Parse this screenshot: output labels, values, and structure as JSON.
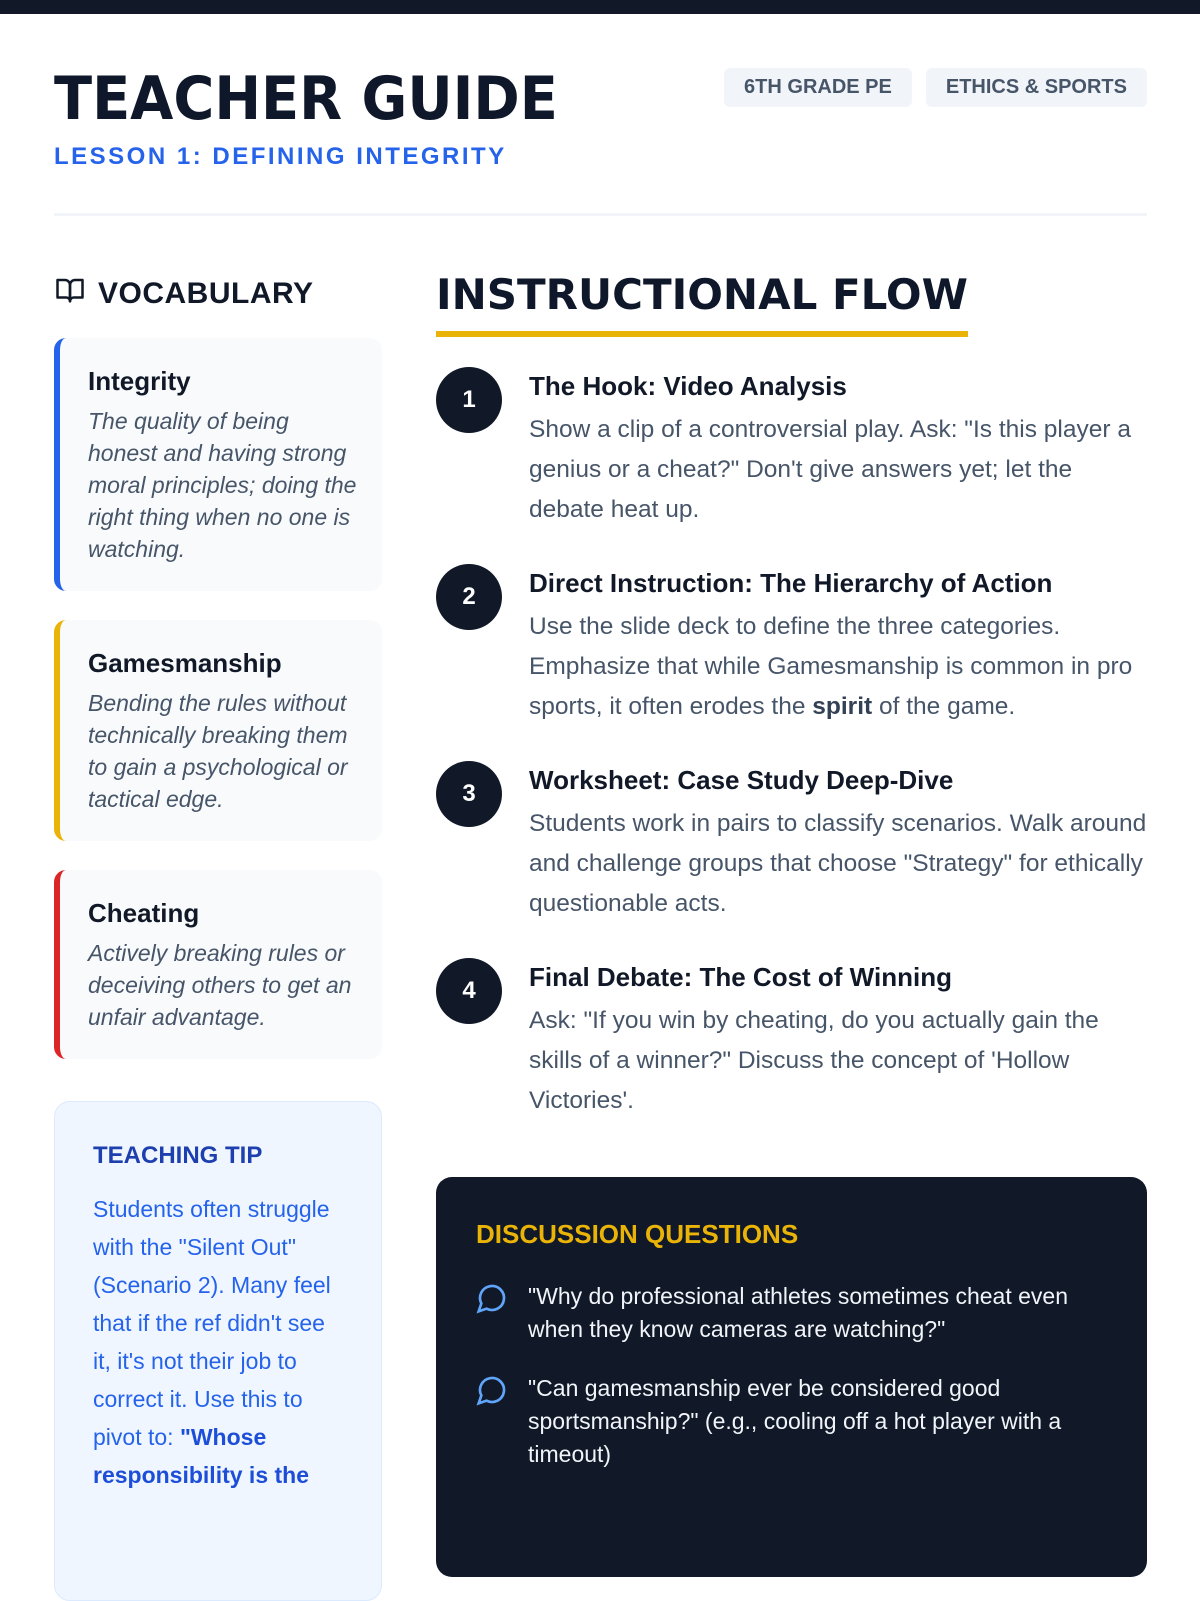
{
  "header": {
    "title": "TEACHER GUIDE",
    "subtitle": "LESSON 1: DEFINING INTEGRITY",
    "tags": [
      "6TH GRADE PE",
      "ETHICS & SPORTS"
    ]
  },
  "vocabulary": {
    "heading": "VOCABULARY",
    "icon": "book-icon",
    "items": [
      {
        "term": "Integrity",
        "definition": "The quality of being honest and having strong moral principles; doing the right thing when no one is watching.",
        "color": "#2563eb"
      },
      {
        "term": "Gamesmanship",
        "definition": "Bending the rules without technically breaking them to gain a psychological or tactical edge.",
        "color": "#eab308"
      },
      {
        "term": "Cheating",
        "definition": "Actively breaking rules or deceiving others to get an unfair advantage.",
        "color": "#dc2626"
      }
    ]
  },
  "tip": {
    "heading": "TEACHING TIP",
    "text": "Students often struggle with the \"Silent Out\" (Scenario 2). Many feel that if the ref didn't see it, it's not their job to correct it. Use this to pivot to: ",
    "bold": "\"Whose responsibility is the"
  },
  "flow": {
    "heading": "INSTRUCTIONAL FLOW",
    "steps": [
      {
        "num": "1",
        "title": "The Hook: Video Analysis",
        "text": "Show a clip of a controversial play. Ask: \"Is this player a genius or a cheat?\" Don't give answers yet; let the debate heat up."
      },
      {
        "num": "2",
        "title": "Direct Instruction: The Hierarchy of Action",
        "text": "Use the slide deck to define the three categories. Emphasize that while Gamesmanship is common in pro sports, it often erodes the ",
        "bold": "spirit",
        "text_after": " of the game."
      },
      {
        "num": "3",
        "title": "Worksheet: Case Study Deep-Dive",
        "text": "Students work in pairs to classify scenarios. Walk around and challenge groups that choose \"Strategy\" for ethically questionable acts."
      },
      {
        "num": "4",
        "title": "Final Debate: The Cost of Winning",
        "text": "Ask: \"If you win by cheating, do you actually gain the skills of a winner?\" Discuss the concept of 'Hollow Victories'."
      }
    ]
  },
  "discussion": {
    "heading": "DISCUSSION QUESTIONS",
    "questions": [
      "\"Why do professional athletes sometimes cheat even when they know cameras are watching?\"",
      "\"Can gamesmanship ever be considered good sportsmanship?\" (e.g., cooling off a hot player with a timeout)"
    ]
  }
}
